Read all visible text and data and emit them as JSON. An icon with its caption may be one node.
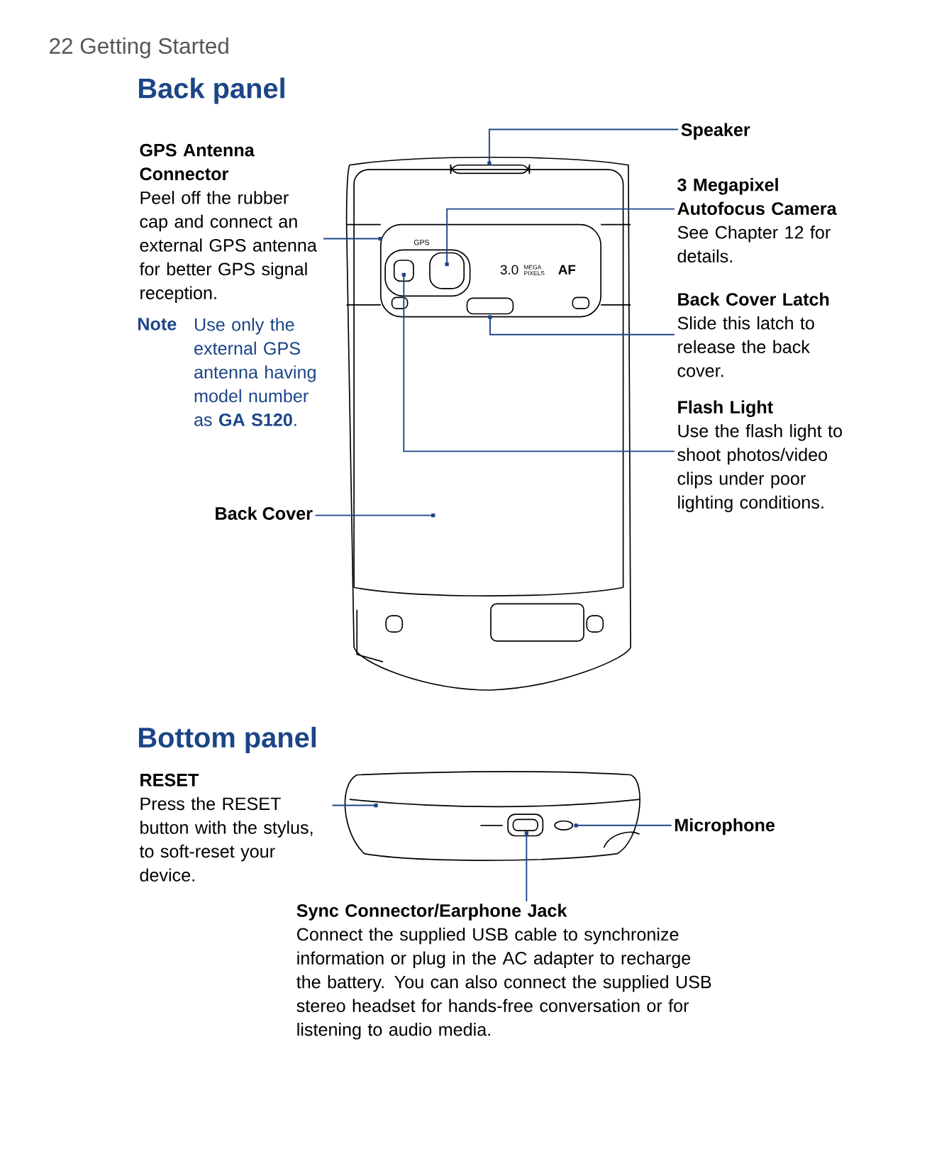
{
  "diagram": {
    "nodes": [
      {
        "text": [
          "GPS Antenna Connector",
          "Peel off the rubber cap and connect an external GPS antenna for better GPS signal reception."
        ]
      },
      {
        "text": [
          "Speaker"
        ]
      },
      {
        "text": [
          "3 Megapixel Autofocus Camera",
          "See Chapter 12 for details."
        ]
      },
      {
        "text": [
          "Back Cover Latch",
          "Slide this latch to release the back cover."
        ]
      },
      {
        "text": [
          "Flash Light",
          "Use the flash light to shoot photos/video clips under poor lighting conditions."
        ]
      },
      {
        "text": [
          "Back Cover"
        ]
      },
      {
        "text": [
          "RESET",
          "Press the RESET button with the stylus, to soft-reset your device."
        ]
      },
      {
        "text": [
          "Microphone"
        ]
      },
      {
        "text": [
          "Sync Connector/Earphone Jack",
          "Connect the supplied USB cable to synchronize information or plug in the AC adapter to recharge the battery. You can also connect the supplied USB stereo headset for hands-free conversation or for listening to audio media."
        ]
      }
    ],
    "edges": [
      {
        "from": 0,
        "to": null,
        "arrow": "other"
      },
      {
        "from": 1,
        "to": null,
        "arrow": "other"
      },
      {
        "from": 2,
        "to": null,
        "arrow": "other"
      },
      {
        "from": 3,
        "to": null,
        "arrow": "other"
      },
      {
        "from": 4,
        "to": null,
        "arrow": "other"
      },
      {
        "from": 5,
        "to": null,
        "arrow": "other"
      },
      {
        "from": 6,
        "to": null,
        "arrow": "other"
      },
      {
        "from": 7,
        "to": null,
        "arrow": "other"
      },
      {
        "from": 8,
        "to": null,
        "arrow": "other"
      }
    ],
    "labels": [
      "22 Getting Started",
      "Back panel",
      "Note",
      "Use only the external GPS antenna having model number as **GA S120**.",
      "GPS",
      "3.0",
      "MEGA",
      "PIXELS",
      "AF",
      "Bottom panel"
    ]
  }
}
